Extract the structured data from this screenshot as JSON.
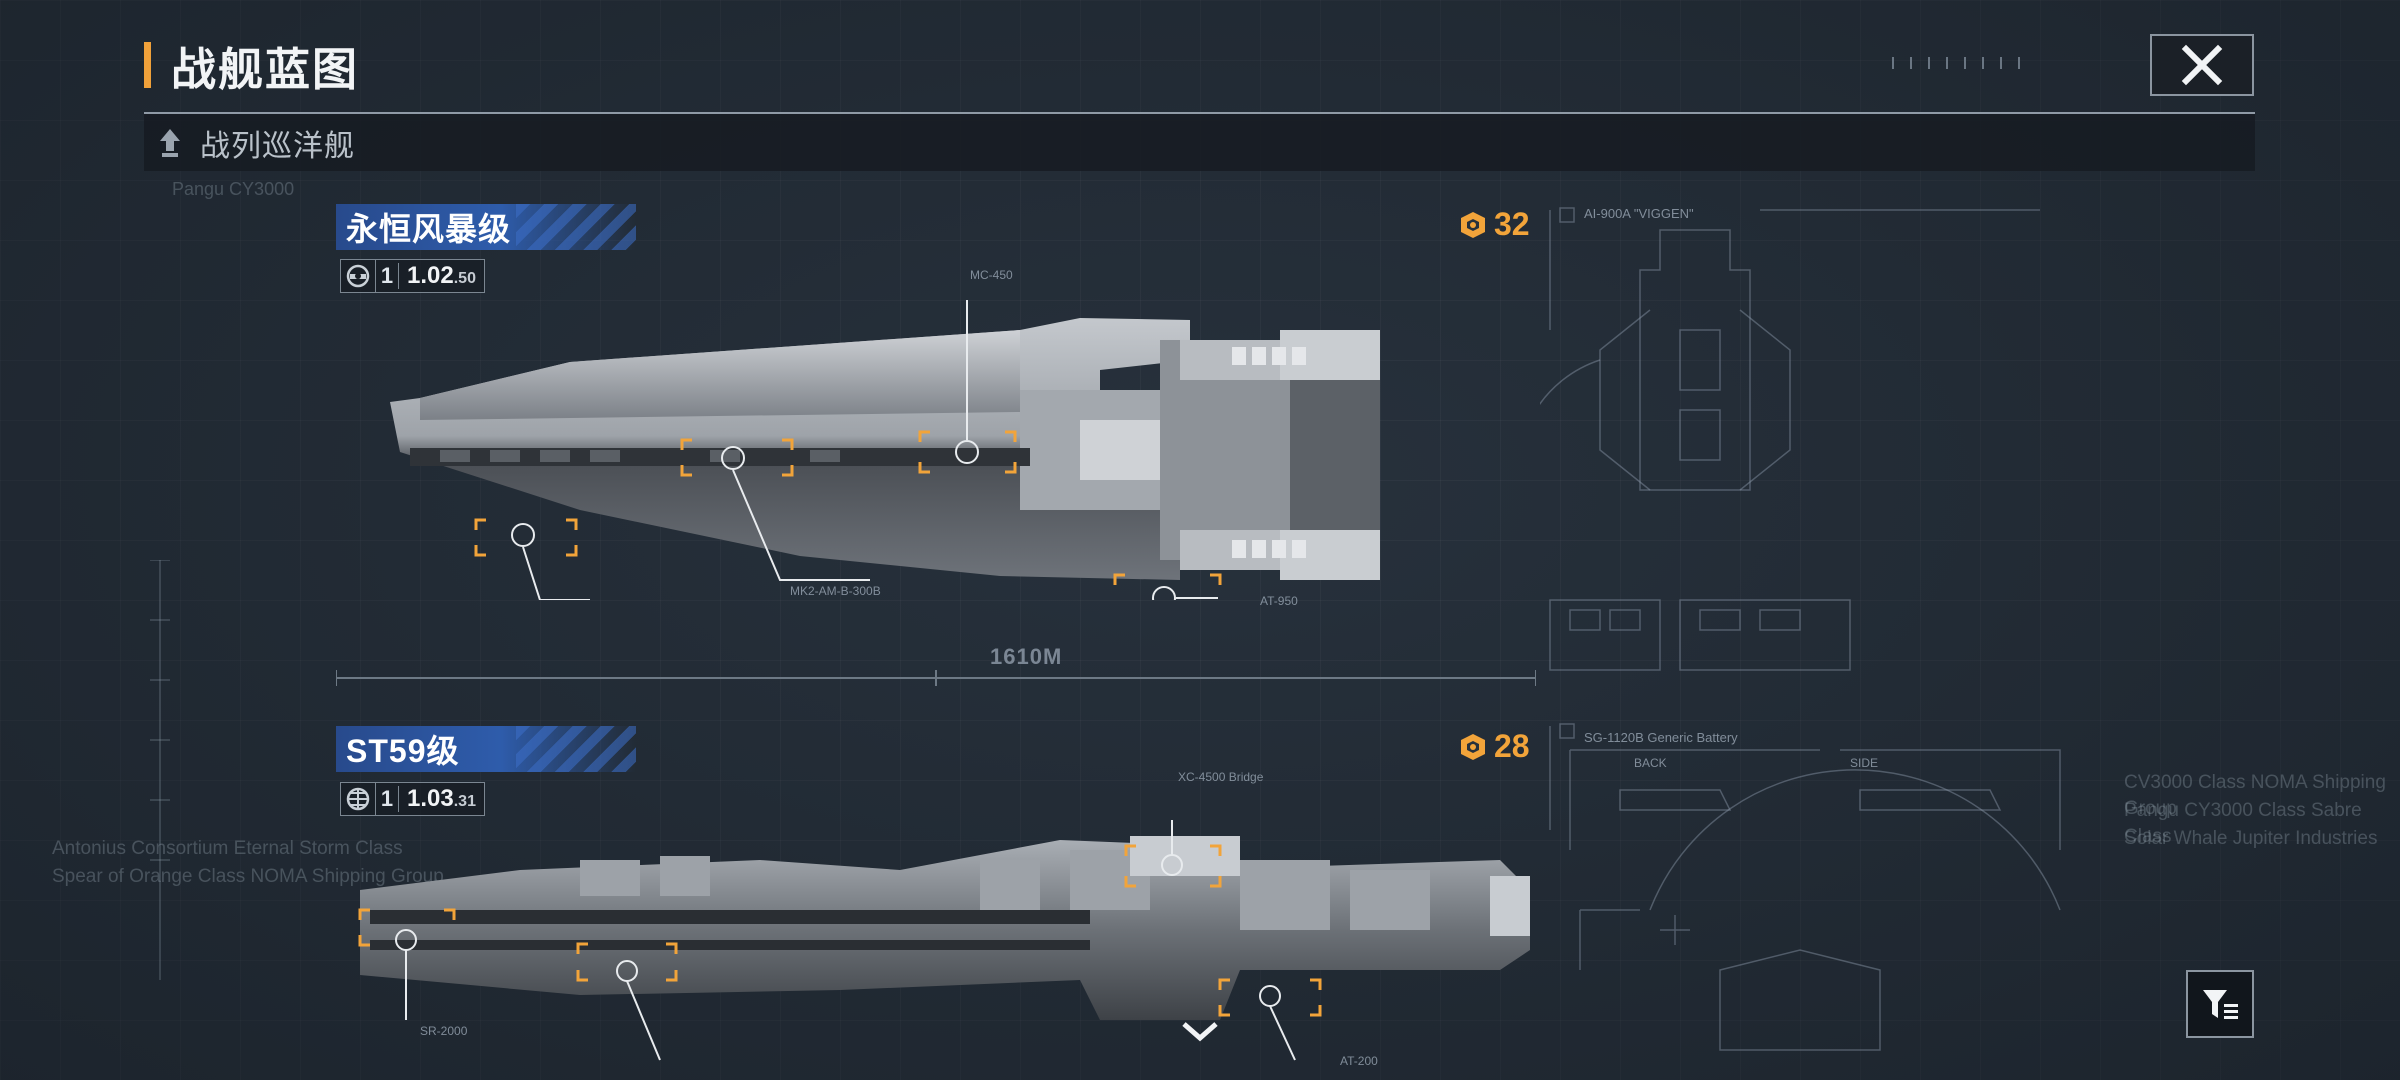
{
  "header": {
    "title": "战舰蓝图",
    "close_icon": "close-icon"
  },
  "category": {
    "label": "战列巡洋舰",
    "icon": "ship-class-icon"
  },
  "ships": [
    {
      "name": "永恒风暴级",
      "stats": {
        "icon": "faction-helm-icon",
        "tier": "1",
        "version_main": "1.02",
        "version_sub": "50"
      },
      "cost": {
        "icon": "command-point-icon",
        "value": "32"
      },
      "length": "1610M",
      "annotations": [
        "MK2-AM-B-300B",
        "AT-950",
        "MC-450"
      ]
    },
    {
      "name": "ST59级",
      "stats": {
        "icon": "faction-globe-icon",
        "tier": "1",
        "version_main": "1.03",
        "version_sub": "31"
      },
      "cost": {
        "icon": "command-point-icon",
        "value": "28"
      },
      "annotations": [
        "XC-4500 Bridge",
        "SR-2000",
        "AT-200"
      ]
    }
  ],
  "blueprint_labels": {
    "top": "AI-900A \"VIGGEN\"",
    "bottom": "SG-1120B Generic Battery",
    "side_back": "BACK",
    "side_side": "SIDE"
  },
  "background_text": {
    "top_left": "Pangu CY3000",
    "mid_left_1": "Antonius Consortium Eternal Storm Class",
    "mid_left_2": "Spear of Orange Class NOMA Shipping Group",
    "right_1": "CV3000 Class NOMA Shipping Group",
    "right_2": "Pangu CY3000 Class Sabre Class",
    "right_3": "Solar Whale Jupiter Industries"
  },
  "filter": {
    "icon": "filter-icon"
  },
  "scroll": {
    "icon": "chevron-down-icon"
  }
}
